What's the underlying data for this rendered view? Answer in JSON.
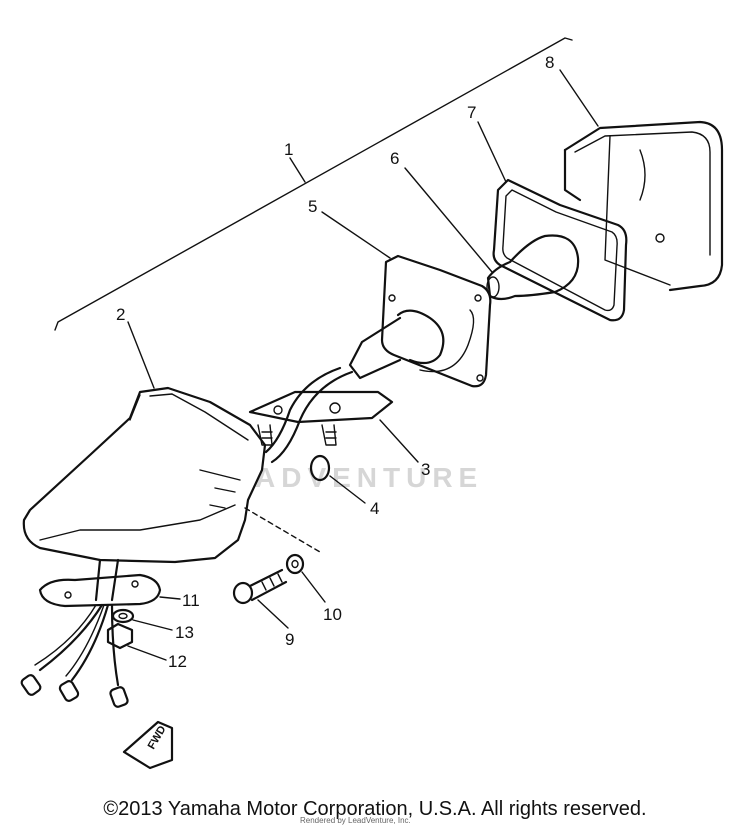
{
  "diagram": {
    "callouts": [
      "1",
      "2",
      "3",
      "4",
      "5",
      "6",
      "7",
      "8",
      "9",
      "10",
      "11",
      "12",
      "13"
    ],
    "direction_label": "FWD",
    "watermark_text": "ADVENTURE"
  },
  "footer": {
    "copyright": "©2013 Yamaha Motor Corporation, U.S.A. All rights reserved.",
    "credit": "Rendered by LeadVenture, Inc."
  }
}
